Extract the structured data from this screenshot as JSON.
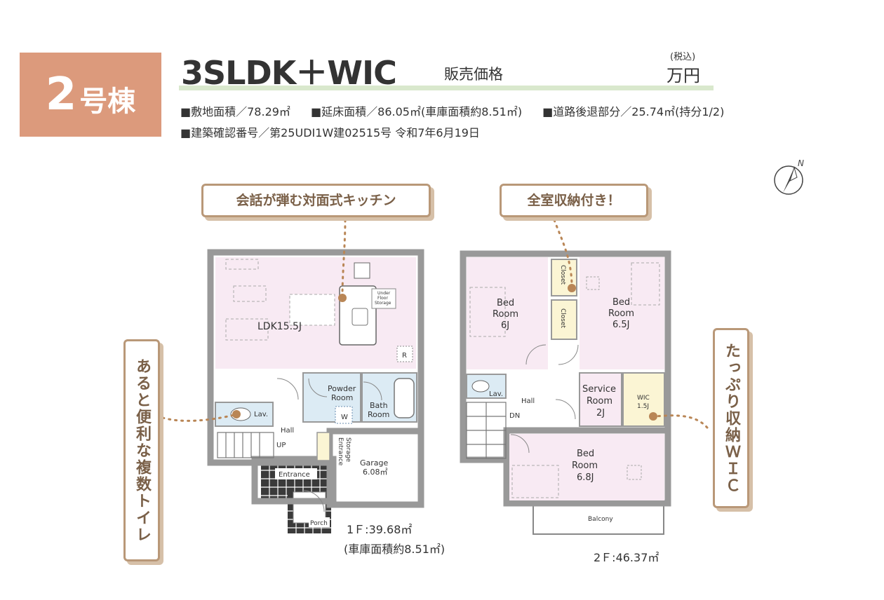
{
  "header": {
    "building_number": "2",
    "building_unit": "号棟",
    "layout_type": "3SLDK＋WIC",
    "price_label": "販売価格",
    "tax_note": "(税込)",
    "price_unit": "万円"
  },
  "specs": {
    "land_area": "■敷地面積／78.29㎡",
    "floor_area": "■延床面積／86.05㎡(車庫面積約8.51㎡)",
    "road_setback": "■道路後退部分／25.74㎡(持分1/2)",
    "permit": "■建築確認番号／第25UDI1W建02515号 令和7年6月19日"
  },
  "callouts": {
    "kitchen": "会話が弾む対面式キッチン",
    "storage": "全室収納付き！",
    "toilets": "あると便利な複数トイレ",
    "wic": "たっぷり収納ＷＩＣ"
  },
  "compass": {
    "north": "N"
  },
  "floor1": {
    "area_label": "1Ｆ:39.68㎡",
    "garage_note": "(車庫面積約8.51㎡)",
    "rooms": {
      "ldk": "LDK15.5J",
      "under_floor": [
        "Under",
        "Floor",
        "Storage"
      ],
      "refrigerator": "R",
      "powder": [
        "Powder",
        "Room"
      ],
      "washer": "W",
      "bath": [
        "Bath",
        "Room"
      ],
      "lav": "Lav.",
      "hall": "Hall",
      "up": "UP",
      "entrance_storage": [
        "Entrance",
        "Storage"
      ],
      "garage": [
        "Garage",
        "6.08㎡"
      ],
      "entrance": "Entrance",
      "porch": "Porch"
    }
  },
  "floor2": {
    "area_label": "2Ｆ:46.37㎡",
    "rooms": {
      "bed1": [
        "Bed",
        "Room",
        "6J"
      ],
      "closet1": "Closet",
      "closet2": "Closet",
      "bed2": [
        "Bed",
        "Room",
        "6.5J"
      ],
      "lav": "Lav.",
      "hall": "Hall",
      "dn": "DN",
      "service": [
        "Service",
        "Room",
        "2J"
      ],
      "wic": [
        "WIC",
        "1.5J"
      ],
      "bed3": [
        "Bed",
        "Room",
        "6.8J"
      ],
      "balcony": "Balcony"
    }
  },
  "colors": {
    "badge": "#dc9a7c",
    "rule": "#d9e8cd",
    "callout_border": "#b99878",
    "pink_room": "#f8eaf3",
    "blue_room": "#dcebf4",
    "yellow_room": "#fbf5d4",
    "wall": "#888888",
    "dots": "#b98656"
  }
}
